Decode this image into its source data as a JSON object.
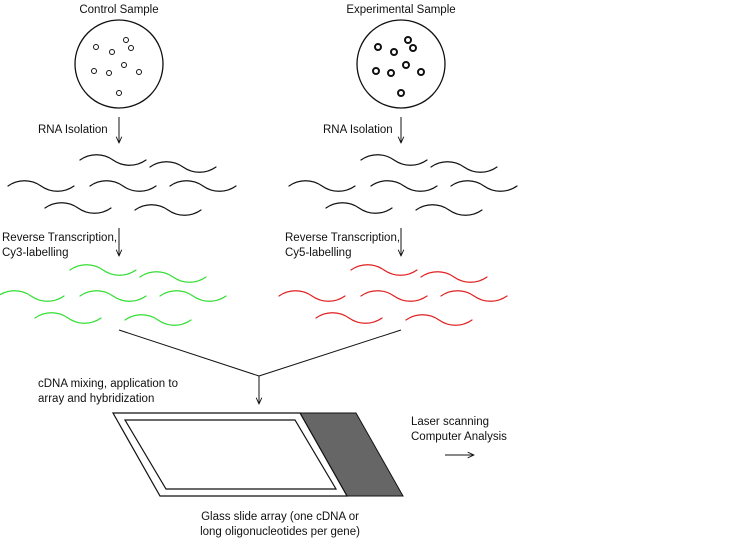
{
  "samples": {
    "control_title": "Control Sample",
    "experimental_title": "Experimental Sample",
    "rna_isolation_left": "RNA Isolation",
    "rna_isolation_right": "RNA Isolation"
  },
  "labelling": {
    "left_line1": "Reverse Transcription,",
    "left_line2": "Cy3-labelling",
    "right_line1": "Reverse Transcription,",
    "right_line2": "Cy5-labelling"
  },
  "mixing": {
    "line1": "cDNA mixing, application to",
    "line2": "array and hybridization"
  },
  "analysis": {
    "line1": "Laser scanning",
    "line2": "Computer Analysis"
  },
  "slide": {
    "caption_line1": "Glass slide array (one cDNA or",
    "caption_line2": "long oligonucleotides per gene)"
  },
  "colors": {
    "rna": "#111111",
    "cy3": "#33dd33",
    "cy5": "#e02020",
    "slide_end": "#666666"
  },
  "icons": [
    "petri-dish-icon",
    "down-arrow-icon",
    "right-arrow-icon",
    "glass-slide-icon"
  ]
}
